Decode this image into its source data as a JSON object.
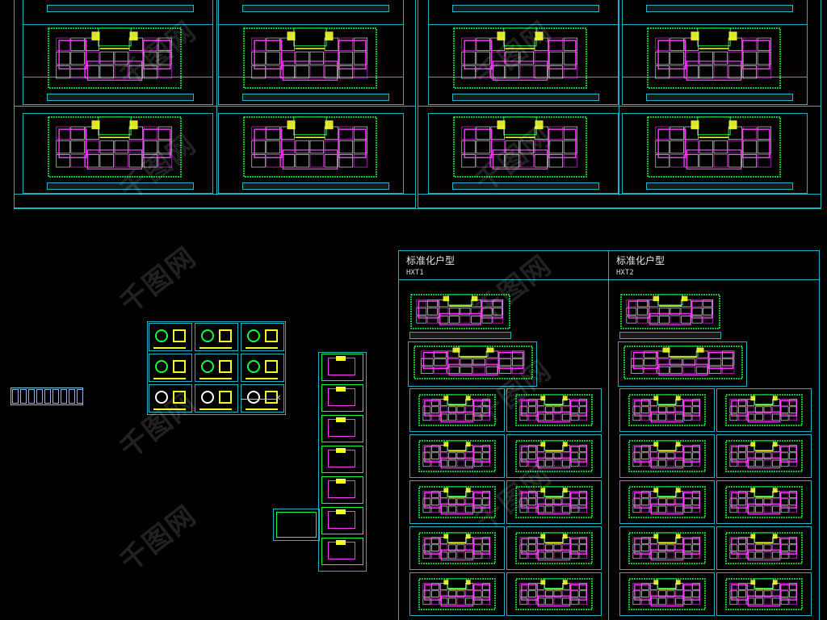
{
  "viewport": {
    "background": "#000000",
    "colors": {
      "frame": "#1fb3c2",
      "wall": "#14ff3c",
      "room": "#ff3cff",
      "accent_yellow": "#f4ff2a",
      "accent_red": "#e00000",
      "accent_blue": "#2040ff"
    }
  },
  "panels": [
    {
      "title": "标准化户型",
      "code": "HXT1"
    },
    {
      "title": "标准化户型",
      "code": "HXT2"
    }
  ],
  "watermark": {
    "text": "千图网"
  },
  "detail_marker": {
    "icon": "cross-icon",
    "glyph": "✕"
  }
}
